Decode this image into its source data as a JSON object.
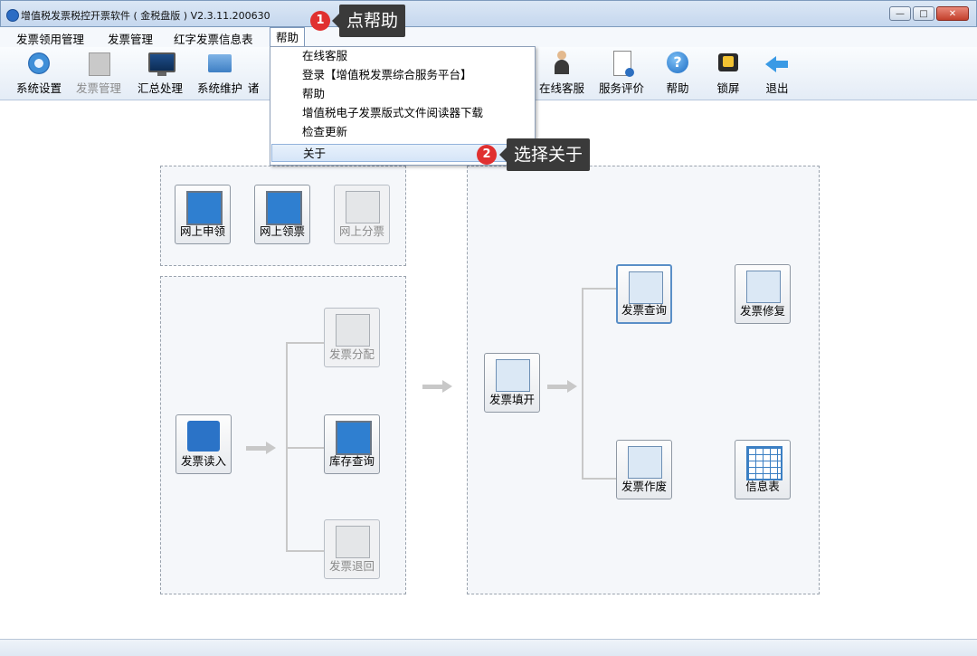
{
  "window": {
    "title": "增值税发票税控开票软件 ( 金税盘版 ) V2.3.11.200630",
    "controls": {
      "minimize": "—",
      "maximize": "□",
      "close": "✕"
    }
  },
  "menubar": {
    "items": [
      "发票领用管理",
      "发票管理",
      "红字发票信息表",
      "帮助"
    ]
  },
  "toolbar": {
    "items": [
      {
        "label": "系统设置",
        "icon": "gear-icon"
      },
      {
        "label": "发票管理",
        "icon": "grid-icon"
      },
      {
        "label": "汇总处理",
        "icon": "monitor-icon"
      },
      {
        "label": "系统维护",
        "icon": "folder-icon"
      },
      {
        "label": "诸",
        "icon": "partial"
      },
      {
        "label": "在线客服",
        "icon": "person-icon"
      },
      {
        "label": "服务评价",
        "icon": "document-icon"
      },
      {
        "label": "帮助",
        "icon": "help-icon"
      },
      {
        "label": "锁屏",
        "icon": "lock-icon"
      },
      {
        "label": "退出",
        "icon": "exit-arrow-icon"
      }
    ]
  },
  "help_menu": {
    "items": [
      "在线客服",
      "登录【增值税发票综合服务平台】",
      "帮助",
      "增值税电子发票版式文件阅读器下载",
      "检查更新",
      "关于"
    ],
    "highlighted": "关于"
  },
  "annotations": [
    {
      "number": "1",
      "text": "点帮助"
    },
    {
      "number": "2",
      "text": "选择关于"
    }
  ],
  "workflow": {
    "top_left": [
      "网上申领",
      "网上领票",
      "网上分票"
    ],
    "left": {
      "source": "发票读入",
      "targets": [
        "发票分配",
        "库存查询",
        "发票退回"
      ]
    },
    "right": {
      "source": "发票填开",
      "targets": [
        "发票查询",
        "发票修复",
        "发票作废",
        "信息表"
      ]
    }
  }
}
